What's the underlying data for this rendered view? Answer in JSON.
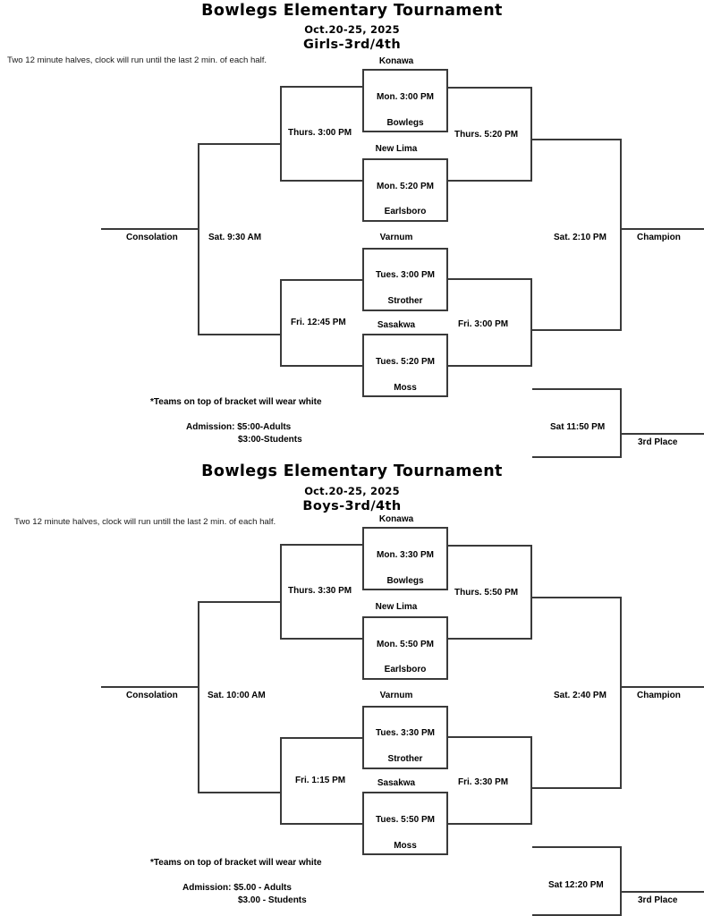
{
  "document": {
    "type": "tournament-bracket-sheet",
    "line_color": "#3a3a3a",
    "background": "#ffffff"
  },
  "brackets": [
    {
      "id": "girls",
      "title": "Bowlegs Elementary Tournament",
      "dates": "Oct.20-25, 2025",
      "division": "Girls-3rd/4th",
      "rules_note": "Two 12 minute halves, clock will run until the last 2 min. of each half.",
      "round1": [
        {
          "top_team": "Konawa",
          "bottom_team": "Bowlegs",
          "time": "Mon. 3:00 PM"
        },
        {
          "top_team": "New Lima",
          "bottom_team": "Earlsboro",
          "time": "Mon. 5:20 PM"
        },
        {
          "top_team": "Varnum",
          "bottom_team": "Strother",
          "time": "Tues. 3:00 PM"
        },
        {
          "top_team": "Sasakwa",
          "bottom_team": "Moss",
          "time": "Tues. 5:20 PM"
        }
      ],
      "semifinals": [
        {
          "time": "Thurs. 5:20 PM"
        },
        {
          "time": "Fri. 3:00 PM"
        }
      ],
      "consolation_feeders": [
        {
          "time": "Thurs. 3:00 PM"
        },
        {
          "time": "Fri. 12:45 PM"
        }
      ],
      "consolation_final": {
        "time": "Sat. 9:30 AM",
        "label": "Consolation"
      },
      "championship": {
        "time": "Sat. 2:10 PM",
        "label": "Champion"
      },
      "third_place": {
        "time": "Sat 11:50 PM",
        "label": "3rd Place"
      },
      "notes": {
        "white_jersey": "*Teams on top of bracket will wear white",
        "admission_adults": "Admission: $5:00-Adults",
        "admission_students": "$3:00-Students"
      }
    },
    {
      "id": "boys",
      "title": "Bowlegs Elementary Tournament",
      "dates": "Oct.20-25, 2025",
      "division": "Boys-3rd/4th",
      "rules_note": "Two 12 minute halves, clock will run untill the last 2 min. of each half.",
      "round1": [
        {
          "top_team": "Konawa",
          "bottom_team": "Bowlegs",
          "time": "Mon. 3:30 PM"
        },
        {
          "top_team": "New Lima",
          "bottom_team": "Earlsboro",
          "time": "Mon. 5:50 PM"
        },
        {
          "top_team": "Varnum",
          "bottom_team": "Strother",
          "time": "Tues. 3:30 PM"
        },
        {
          "top_team": "Sasakwa",
          "bottom_team": "Moss",
          "time": "Tues. 5:50 PM"
        }
      ],
      "semifinals": [
        {
          "time": "Thurs. 5:50 PM"
        },
        {
          "time": "Fri. 3:30 PM"
        }
      ],
      "consolation_feeders": [
        {
          "time": "Thurs. 3:30 PM"
        },
        {
          "time": "Fri. 1:15 PM"
        }
      ],
      "consolation_final": {
        "time": "Sat. 10:00 AM",
        "label": "Consolation"
      },
      "championship": {
        "time": "Sat. 2:40 PM",
        "label": "Champion"
      },
      "third_place": {
        "time": "Sat 12:20 PM",
        "label": "3rd Place"
      },
      "notes": {
        "white_jersey": "*Teams on top of bracket will wear white",
        "admission_adults": "Admission:  $5.00 - Adults",
        "admission_students": "$3.00 - Students"
      }
    }
  ]
}
